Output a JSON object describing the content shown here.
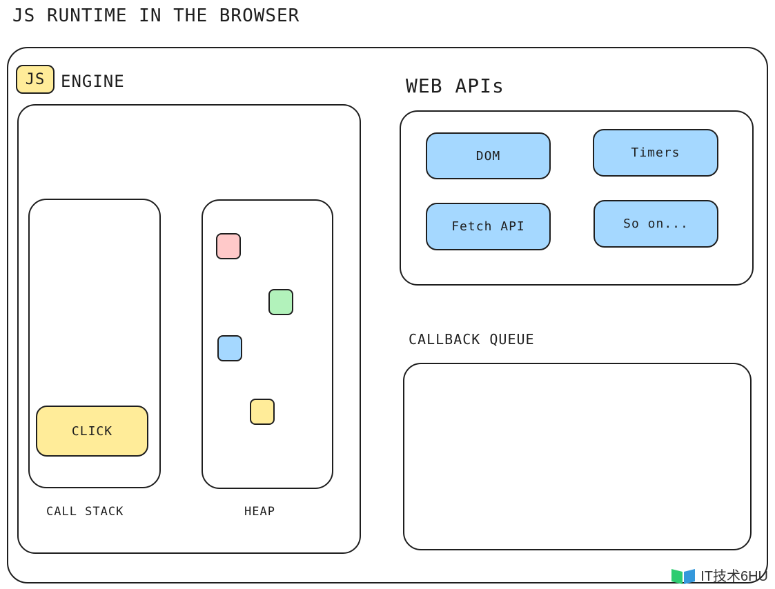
{
  "title": "JS RUNTIME IN THE BROWSER",
  "engine": {
    "badge": "JS",
    "label": "ENGINE",
    "call_stack": {
      "label": "CALL STACK",
      "items": [
        "CLICK"
      ]
    },
    "heap": {
      "label": "HEAP",
      "object_colors": [
        "#ffc9c9",
        "#b2f2bb",
        "#a5d8ff",
        "#ffec99"
      ]
    }
  },
  "web_apis": {
    "label": "WEB APIs",
    "items": [
      "DOM",
      "Timers",
      "Fetch API",
      "So on..."
    ]
  },
  "callback_queue": {
    "label": "CALLBACK QUEUE"
  },
  "watermark": "IT技术6HU",
  "colors": {
    "yellow": "#ffec99",
    "blue": "#a5d8ff",
    "red": "#ffc9c9",
    "green": "#b2f2bb",
    "stroke": "#1e1e1e"
  }
}
